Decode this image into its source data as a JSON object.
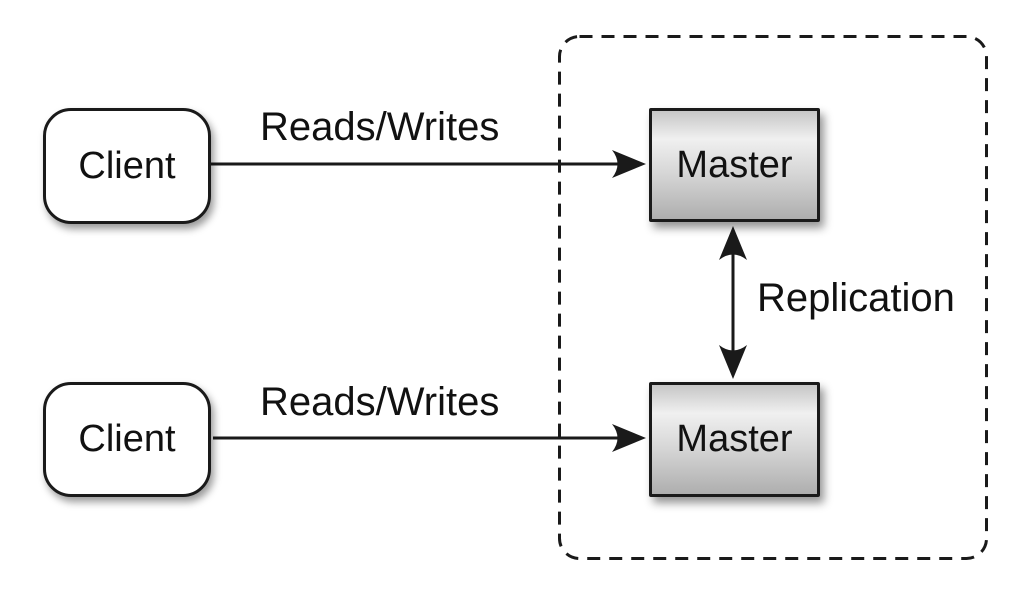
{
  "nodes": {
    "client_top": {
      "label": "Client"
    },
    "client_bottom": {
      "label": "Client"
    },
    "master_top": {
      "label": "Master"
    },
    "master_bottom": {
      "label": "Master"
    }
  },
  "edges": {
    "reads_writes_top": {
      "label": "Reads/Writes",
      "from": "client_top",
      "to": "master_top",
      "direction": "one-way"
    },
    "reads_writes_bottom": {
      "label": "Reads/Writes",
      "from": "client_bottom",
      "to": "master_bottom",
      "direction": "one-way"
    },
    "replication": {
      "label": "Replication",
      "from": "master_top",
      "to": "master_bottom",
      "direction": "two-way"
    }
  },
  "groups": {
    "masters_boundary": {
      "style": "dashed",
      "contains": [
        "master_top",
        "master_bottom"
      ]
    }
  },
  "colors": {
    "background": "#ffffff",
    "stroke": "#1a1a1a",
    "text": "#111111",
    "client_fill": "#ffffff",
    "master_fill_top": "#c6c6c6",
    "master_fill_highlight": "#f0f0f0",
    "master_fill_bottom": "#aeaeae"
  }
}
